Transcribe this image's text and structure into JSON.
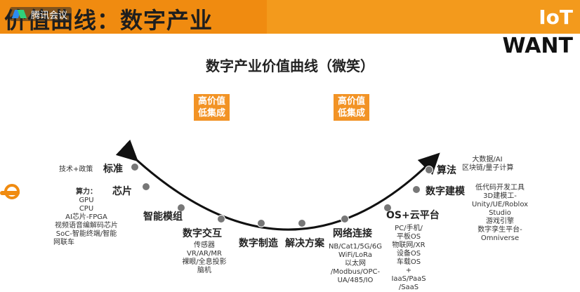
{
  "header": {
    "title": "价值曲线：数字产业",
    "meeting_badge": "腾讯会议",
    "logo_top": "IoT",
    "logo_bottom": "WANT"
  },
  "chart": {
    "title": "数字产业价值曲线（微笑）",
    "high_value_left": [
      "高价值",
      "低集成"
    ],
    "high_value_right": [
      "高价值",
      "低集成"
    ],
    "stages": [
      "标准",
      "芯片",
      "智能模组",
      "数字交互",
      "数字制造",
      "解决方案",
      "网络连接",
      "OS+云平台",
      "数字建模",
      "算法"
    ],
    "notes": {
      "standard": [
        "技术+政策"
      ],
      "chip": [
        "算力：",
        "GPU",
        "CPU",
        "AI芯片-FPGA",
        "视频语音编解码芯片",
        "SoC-智能终端/智能",
        "网联车"
      ],
      "interaction": [
        "传感器",
        "VR/AR/MR",
        "裸眼/全息投影",
        "脑机"
      ],
      "network": [
        "NB/Cat1/5G/6G",
        "WiFi/LoRa",
        "以太网",
        "/Modbus/OPC-",
        "UA/485/IO"
      ],
      "os_cloud": [
        "PC/手机/",
        "平板OS",
        "物联网/XR",
        "设备OS",
        "车载OS",
        "+",
        "IaaS/PaaS",
        "/SaaS"
      ],
      "modeling": [
        "低代码开发工具",
        "3D建模工-",
        "Unity/UE/Roblox",
        "Studio",
        "游戏引擎",
        "数字孪生平台-",
        "Omniverse"
      ],
      "algorithm": [
        "大数据/AI",
        "区块链/量子计算"
      ]
    }
  }
}
